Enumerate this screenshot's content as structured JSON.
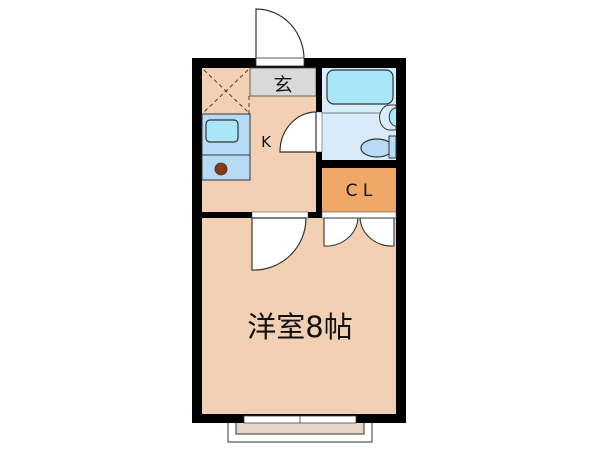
{
  "floorplan": {
    "rooms": {
      "entrance": {
        "label": "玄"
      },
      "kitchen": {
        "label": "K"
      },
      "closet": {
        "label": "C L"
      },
      "western_room": {
        "label": "洋室8帖"
      }
    },
    "fixtures": [
      "refrigerator-space",
      "sink",
      "stove",
      "bathtub",
      "washbasin",
      "toilet"
    ],
    "colors": {
      "wall": "#000000",
      "floor": "#f2d0b4",
      "entrance": "#d9d9d9",
      "bathroom": "#d9ecfb",
      "fixture": "#a9e6f8",
      "kitchen_counter": "#b7daf5",
      "closet": "#f0a868",
      "stove_burner": "#8b3a10"
    }
  }
}
